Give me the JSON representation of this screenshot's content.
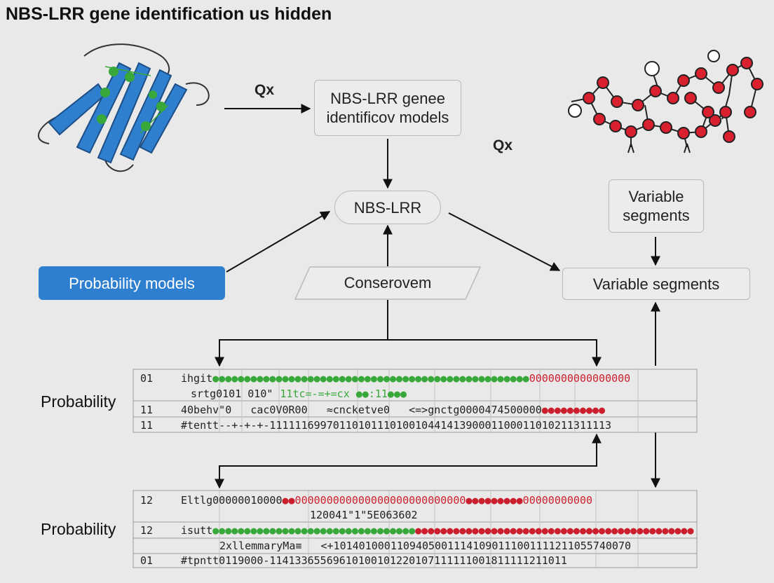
{
  "title": "NBS-LRR gene identification us hidden",
  "nodes": {
    "top_box": "NBS-LRR genee identificov models",
    "center_pill": "NBS-LRR",
    "probability_models": "Probability models",
    "conserovem": "Conserovem",
    "variable_segments_box": "Variable segments",
    "variable_segments_small": "Variable segments"
  },
  "labels": {
    "qx_left": "Qx",
    "qx_right": "Qx"
  },
  "table_top": {
    "label": "Probability",
    "rows": [
      {
        "num": "01",
        "text": "ihgit",
        "seq_green": "●●●●●●●●●●●●●●●●●●●●●●●●●●●●●●●●●●●●●●●●●●●●●●●●●●",
        "seq_red": "0000000000000000"
      },
      {
        "num": "",
        "text": "srtg0101 010\"",
        "seq_green": "11tc=-=+=cx ●●:11●●●",
        "seq_red": ""
      },
      {
        "num": "11",
        "text": "40behv\"0   cac0V0R00   ≈cncketve0   <=>gnctg0000474500000",
        "seq_green": "",
        "seq_red": "●●●●●●●●●●"
      },
      {
        "num": "11",
        "text": "#tentt--+-+-+-111111699701101011101001044141390001100011010211311113",
        "seq_green": "",
        "seq_red": ""
      }
    ]
  },
  "table_bottom": {
    "label": "Probability",
    "rows": [
      {
        "num": "12",
        "text": "Eltlg00000010000",
        "seq_red": "●●000000000000000000000000000●●●●●●●●●00000000000",
        "seq_green": ""
      },
      {
        "num": "",
        "text": "120041\"1\"5E063602",
        "seq_red": "",
        "seq_green": ""
      },
      {
        "num": "12",
        "text": "isutt",
        "seq_green": "●●●●●●●●●●●●●●●●●●●●●●●●●●●●●●●●",
        "seq_red": "●●●●●●●●●●●●●●●●●●●●●●●●●●●●●●●●●●●●●●●●●●●●●●●●●●●"
      },
      {
        "num": "",
        "text": "2xllemmaryMa≡   <+10140100011094050011141090111001111211055740070",
        "seq_red": "",
        "seq_green": ""
      },
      {
        "num": "01",
        "text": "#tpntt0119000-11413365569610100101220107111111001811111211011",
        "seq_red": "",
        "seq_green": ""
      }
    ]
  },
  "colors": {
    "blue": "#2e7fcf",
    "green": "#38a83a",
    "red": "#cc1f2d"
  }
}
